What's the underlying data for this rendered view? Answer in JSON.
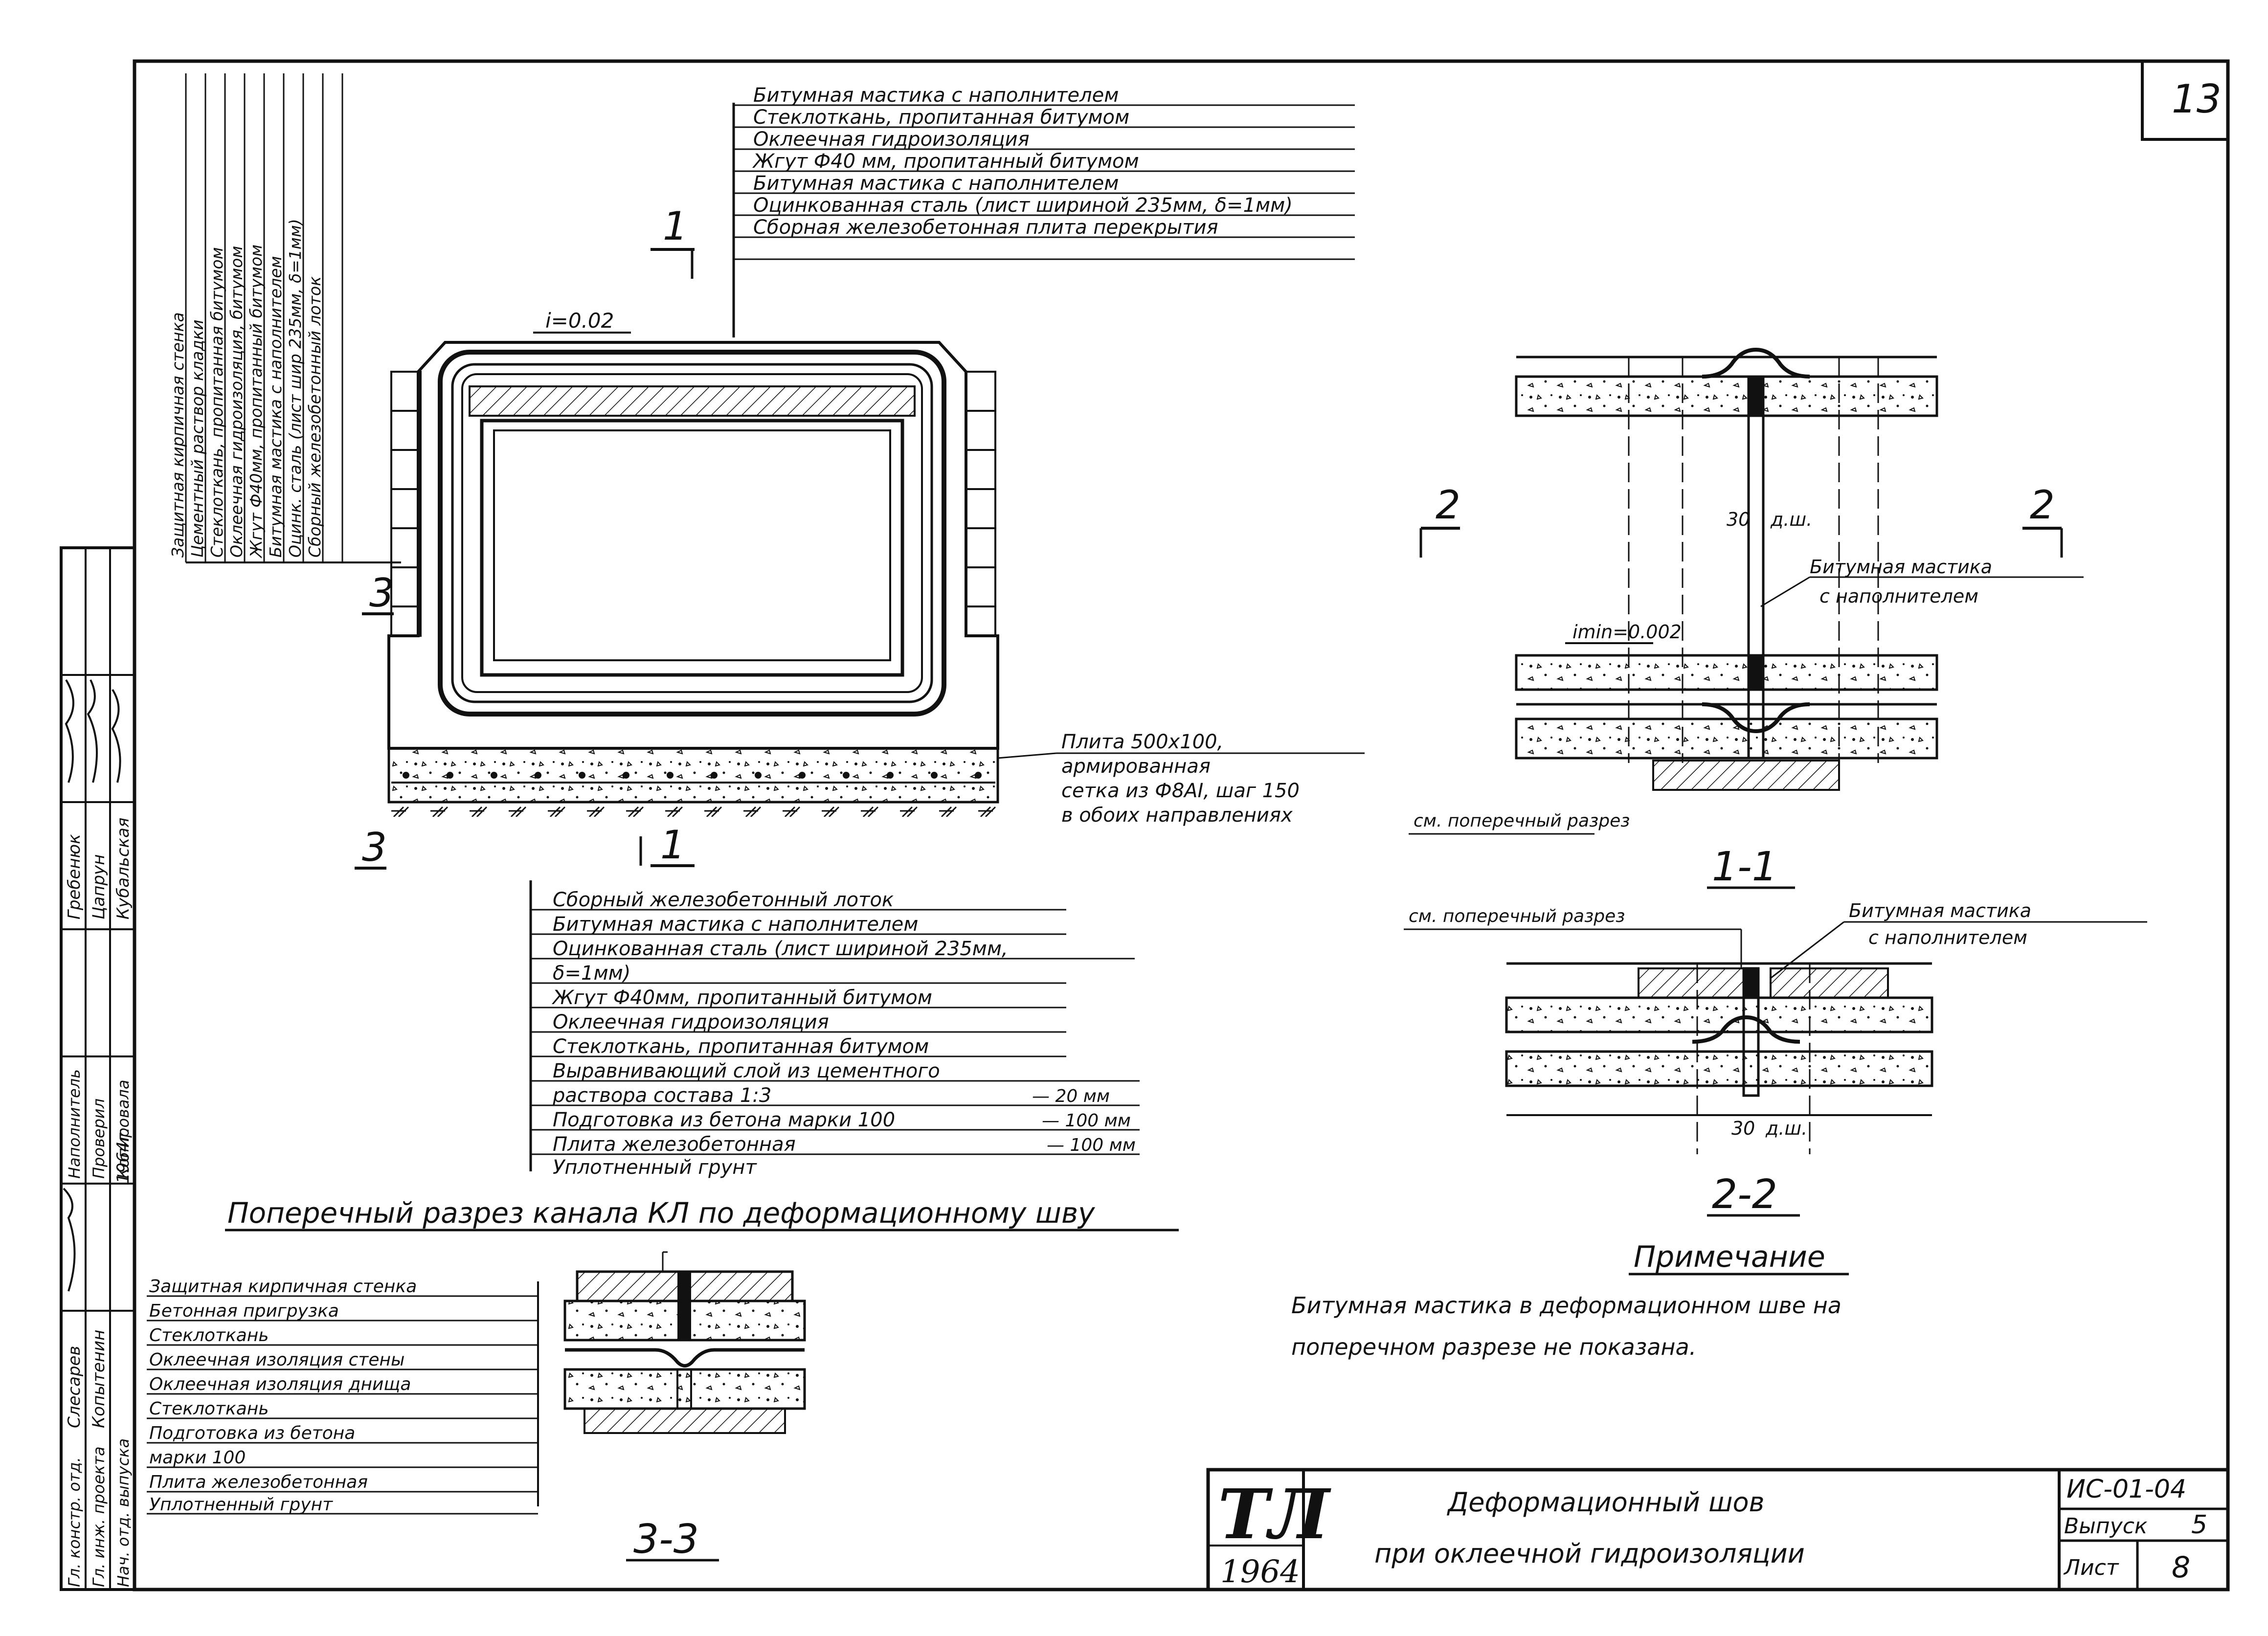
{
  "sheet_number": "13",
  "main_title": "Поперечный разрез канала КЛ по деформационному шву",
  "top_callout": [
    "Битумная мастика с наполнителем",
    "Стеклоткань, пропитанная битумом",
    "Оклеечная гидроизоляция",
    "Жгут Ф40 мм, пропитанный битумом",
    "Битумная мастика с наполнителем",
    "Оцинкованная сталь (лист шириной 235мм, δ=1мм)",
    "Сборная железобетонная плита перекрытия"
  ],
  "wall_callout": [
    "Защитная кирпичная стенка",
    "Цементный раствор кладки",
    "Стеклоткань, пропитанная битумом",
    "Оклеечная гидроизоляция, битумом",
    "Жгут Ф40мм, пропитанный битумом",
    "Битумная мастика с наполнителем",
    "Оцинк. сталь (лист шир 235мм, δ=1мм)",
    "Сборный железобетонный лоток"
  ],
  "slope_label": "i=0.02",
  "section_marks": {
    "s1": "1",
    "s3": "3",
    "s2": "2"
  },
  "plate_note": [
    "Плита 500х100,",
    "армированная",
    "сетка из Ф8АI, шаг 150",
    "в обоих направлениях"
  ],
  "bottom_callout": [
    "Сборный железобетонный лоток",
    "Битумная мастика с наполнителем",
    "Оцинкованная сталь (лист шириной 235мм,",
    "δ=1мм)",
    "Жгут Ф40мм, пропитанный битумом",
    "Оклеечная гидроизоляция",
    "Стеклоткань, пропитанная битумом",
    "Выравнивающий слой из цементного",
    "раствора состава 1:3",
    "Подготовка из бетона марки 100",
    "Плита железобетонная",
    "Уплотненный грунт"
  ],
  "bottom_callout_dims": {
    "d1": "— 20 мм",
    "d2": "— 100 мм",
    "d3": "— 100 мм"
  },
  "section11": {
    "label": "1-1",
    "dim": "30",
    "dim_label": "д.ш.",
    "slope": "imin=0.002",
    "mastic": [
      "Битумная мастика",
      "с наполнителем"
    ],
    "cross_ref": "см. поперечный разрез"
  },
  "section22": {
    "label": "2-2",
    "cross_ref": "см. поперечный разрез",
    "mastic": [
      "Битумная мастика",
      "с наполнителем"
    ],
    "dim": "30",
    "dim_label": "д.ш."
  },
  "section33": {
    "label": "3-3",
    "callout": [
      "Защитная кирпичная стенка",
      "Бетонная пригрузка",
      "Стеклоткань",
      "Оклеечная изоляция стены",
      "Оклеечная изоляция днища",
      "Стеклоткань",
      "Подготовка из бетона",
      "марки 100",
      "Плита железобетонная",
      "Уплотненный грунт"
    ]
  },
  "note": {
    "heading": "Примечание",
    "lines": [
      "Битумная мастика в деформационном шве на",
      "поперечном разрезе не показана."
    ]
  },
  "side_stamp": {
    "rows": [
      [
        "Гл. констр. отд.",
        "Слесарев",
        "",
        ""
      ],
      [
        "Гл. инж. проекта",
        "Копытенин",
        "",
        ""
      ],
      [
        "Нач. отд. выпуска",
        "",
        "1964г.",
        ""
      ],
      [
        "Наполнитель",
        "Гребенюк",
        "",
        ""
      ],
      [
        "Проверил",
        "Цапрун",
        "",
        ""
      ],
      [
        "Копировала",
        "Кубальская",
        "",
        ""
      ]
    ]
  },
  "title_block": {
    "logo": "ТЛ",
    "logo_year": "1964",
    "title_line1": "Деформационный шов",
    "title_line2": "при оклеечной гидроизоляции",
    "code": "ИС-01-04",
    "issue_label": "Выпуск",
    "issue_value": "5",
    "sheet_label": "Лист",
    "sheet_value": "8"
  }
}
